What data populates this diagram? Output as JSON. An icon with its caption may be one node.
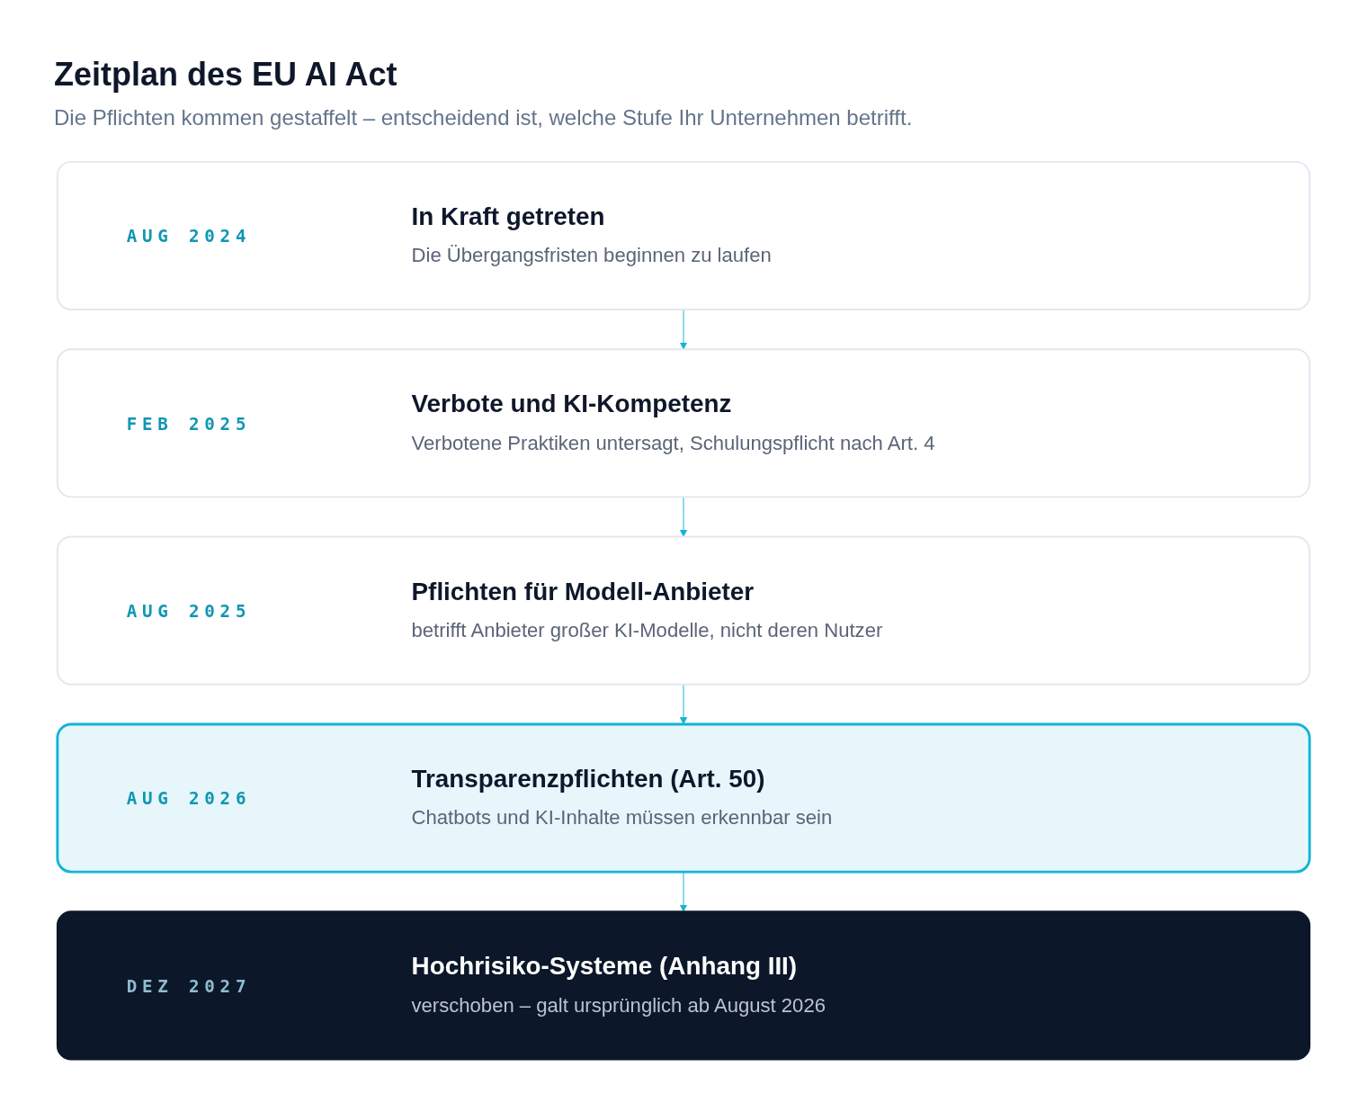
{
  "diagram": {
    "title": "Zeitplan des EU AI Act",
    "labels": [
      "Die Pflichten kommen gestaffelt – entscheidend ist, welche Stufe Ihr Unternehmen betrifft."
    ],
    "nodes": [
      {
        "text": [
          "AUG 2024",
          "In Kraft getreten",
          "Die Übergangsfristen beginnen zu laufen"
        ]
      },
      {
        "text": [
          "FEB 2025",
          "Verbote und KI-Kompetenz",
          "Verbotene Praktiken untersagt, Schulungspflicht nach Art. 4"
        ]
      },
      {
        "text": [
          "AUG 2025",
          "Pflichten für Modell-Anbieter",
          "betrifft Anbieter großer KI-Modelle, nicht deren Nutzer"
        ]
      },
      {
        "text": [
          "AUG 2026",
          "Transparenzpflichten (Art. 50)",
          "Chatbots und KI-Inhalte müssen erkennbar sein"
        ]
      },
      {
        "text": [
          "DEZ 2027",
          "Hochrisiko-Systeme (Anhang III)",
          "verschoben – galt ursprünglich ab August 2026"
        ]
      }
    ],
    "edges": [
      {
        "from": 0,
        "to": 1,
        "arrow": "to"
      },
      {
        "from": 1,
        "to": 2,
        "arrow": "to"
      },
      {
        "from": 2,
        "to": 3,
        "arrow": "to"
      },
      {
        "from": 3,
        "to": 4,
        "arrow": "to"
      }
    ]
  }
}
